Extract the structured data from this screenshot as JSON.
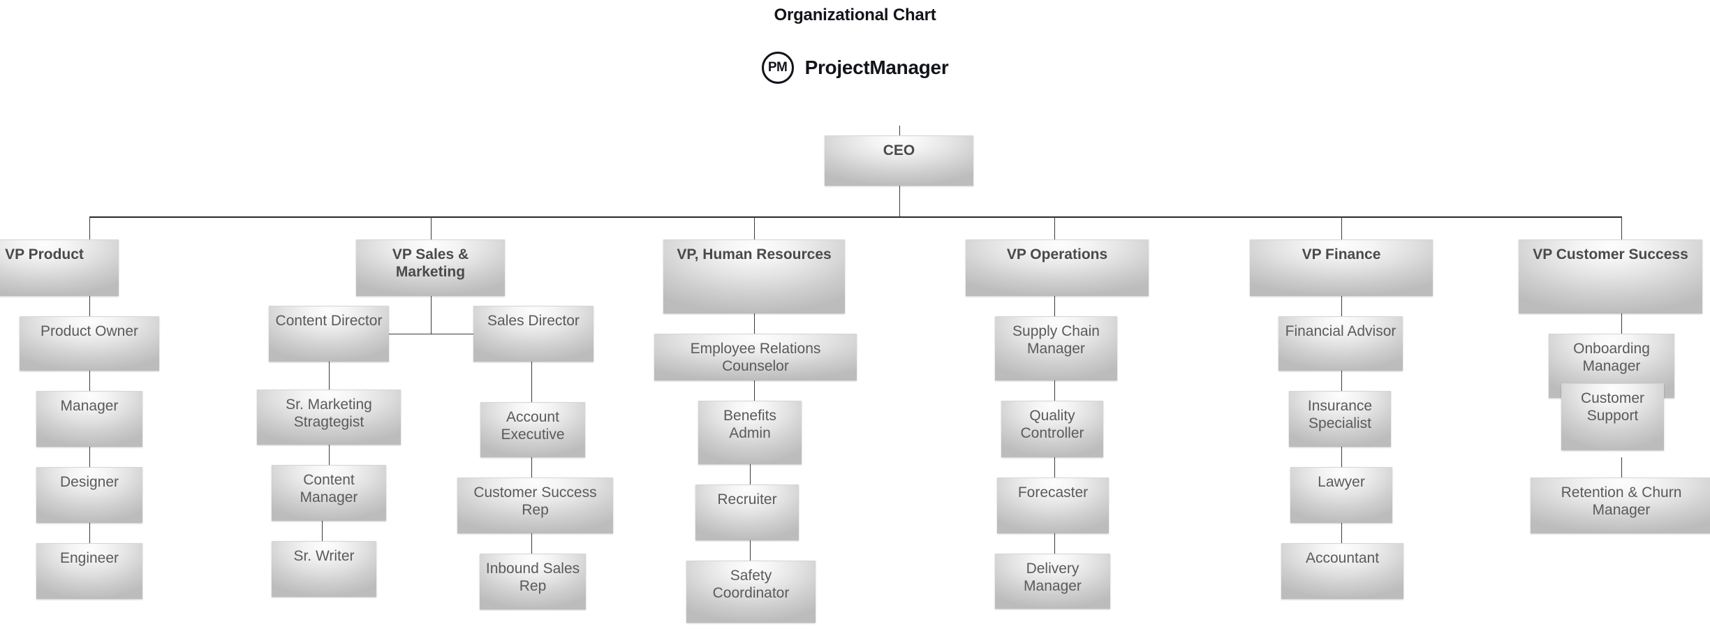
{
  "header": {
    "title": "Organizational Chart",
    "brand_mark": "PM",
    "brand_name": "ProjectManager"
  },
  "chart_data": {
    "type": "diagram",
    "title": "Organizational Chart",
    "root": "CEO",
    "nodes": {
      "ceo": "CEO",
      "vp_product": "VP Product",
      "product_owner": "Product Owner",
      "product_manager": "Manager",
      "product_designer": "Designer",
      "product_engineer": "Engineer",
      "vp_sales_marketing": "VP Sales & Marketing",
      "content_director": "Content Director",
      "sr_marketing_stragtegist": "Sr. Marketing Stragtegist",
      "content_manager": "Content Manager",
      "sr_writer": "Sr. Writer",
      "sales_director": "Sales Director",
      "account_executive": "Account Executive",
      "customer_success_rep": "Customer Success Rep",
      "inbound_sales_rep": "Inbound Sales Rep",
      "vp_human_resources": "VP, Human Resources",
      "employee_relations_counselor": "Employee Relations Counselor",
      "benefits_admin": "Benefits Admin",
      "recruiter": "Recruiter",
      "safety_coordinator": "Safety Coordinator",
      "vp_operations": "VP Operations",
      "supply_chain_manager": "Supply Chain Manager",
      "quality_controller": "Quality Controller",
      "forecaster": "Forecaster",
      "delivery_manager": "Delivery Manager",
      "vp_finance": "VP Finance",
      "financial_advisor": "Financial Advisor",
      "insurance_specialist": "Insurance Specialist",
      "lawyer": "Lawyer",
      "accountant": "Accountant",
      "vp_customer_success": "VP Customer Success",
      "onboarding_manager": "Onboarding Manager",
      "customer_support": "Customer Support",
      "retention_churn_manager": "Retention & Churn Manager"
    },
    "edges": [
      [
        "ceo",
        "vp_product"
      ],
      [
        "ceo",
        "vp_sales_marketing"
      ],
      [
        "ceo",
        "vp_human_resources"
      ],
      [
        "ceo",
        "vp_operations"
      ],
      [
        "ceo",
        "vp_finance"
      ],
      [
        "ceo",
        "vp_customer_success"
      ],
      [
        "vp_product",
        "product_owner"
      ],
      [
        "product_owner",
        "product_manager"
      ],
      [
        "product_manager",
        "product_designer"
      ],
      [
        "product_designer",
        "product_engineer"
      ],
      [
        "vp_sales_marketing",
        "content_director"
      ],
      [
        "vp_sales_marketing",
        "sales_director"
      ],
      [
        "content_director",
        "sr_marketing_stragtegist"
      ],
      [
        "sr_marketing_stragtegist",
        "content_manager"
      ],
      [
        "content_manager",
        "sr_writer"
      ],
      [
        "sales_director",
        "account_executive"
      ],
      [
        "account_executive",
        "customer_success_rep"
      ],
      [
        "customer_success_rep",
        "inbound_sales_rep"
      ],
      [
        "vp_human_resources",
        "employee_relations_counselor"
      ],
      [
        "employee_relations_counselor",
        "benefits_admin"
      ],
      [
        "benefits_admin",
        "recruiter"
      ],
      [
        "recruiter",
        "safety_coordinator"
      ],
      [
        "vp_operations",
        "supply_chain_manager"
      ],
      [
        "supply_chain_manager",
        "quality_controller"
      ],
      [
        "quality_controller",
        "forecaster"
      ],
      [
        "forecaster",
        "delivery_manager"
      ],
      [
        "vp_finance",
        "financial_advisor"
      ],
      [
        "financial_advisor",
        "insurance_specialist"
      ],
      [
        "insurance_specialist",
        "lawyer"
      ],
      [
        "lawyer",
        "accountant"
      ],
      [
        "vp_customer_success",
        "onboarding_manager"
      ],
      [
        "onboarding_manager",
        "customer_support"
      ],
      [
        "customer_support",
        "retention_churn_manager"
      ]
    ],
    "colors": {
      "box_fill_light": "#fdfdfd",
      "box_fill_dark": "#bcbcbc",
      "box_text": "#555555",
      "connector": "#3a3a3a",
      "title_text": "#12141a"
    }
  }
}
